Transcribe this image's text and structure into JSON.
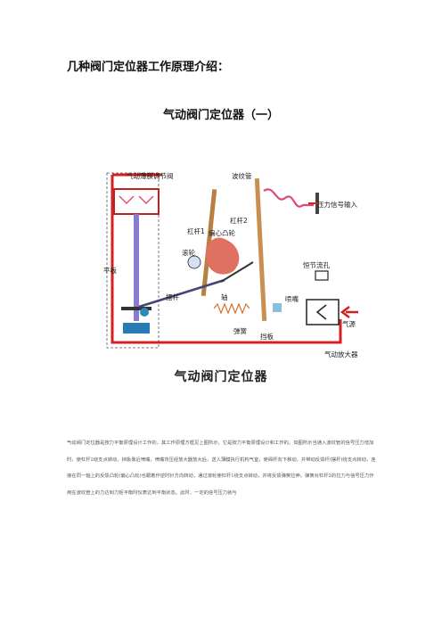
{
  "doc_title": "几种阀门定位器工作原理介绍：",
  "section_title": "气动阀门定位器（一）",
  "figure": {
    "labels": {
      "valve": "气动薄膜调节阀",
      "bellows": "波纹管",
      "pressure_input": "压力信号输入",
      "lever1": "杠杆1",
      "lever2": "杠杆2",
      "cam": "偏心凸轮",
      "roller": "滚轮",
      "plate": "平板",
      "swing_rod": "摆杆",
      "shaft": "轴",
      "orifice": "恒节流孔",
      "nozzle": "喷嘴",
      "spring": "弹簧",
      "baffle": "挡板",
      "air_source": "气源",
      "pneumatic_amplifier": "气动放大器"
    }
  },
  "figure_caption": "气动阀门定位器",
  "paragraph": "气动阀门定位器是按力平衡原理设计工作的，其工作原理方框见上图所示，它是按力平衡原理设计和工作的。如图所示当通入波纹管的信号压力增加时，使杠杆2绕支点转动，挡板靠近喷嘴，喷嘴背压经放大器放大后，送入薄膜执行机构气室，使阀杆向下移动，并带动反馈杆(摆杆)绕支点转动，连接在同一轴上的反馈凸轮(偏心凸轮)也跟着作逆时针方向转动，通过滚轮使杠杆1绕支点转动，并将反馈弹簧拉伸，弹簧对杠杆2的拉力与信号压力作用在波纹管上的力达到力矩平衡时仪表达到平衡状态。此时，一定的信号压力就与"
}
